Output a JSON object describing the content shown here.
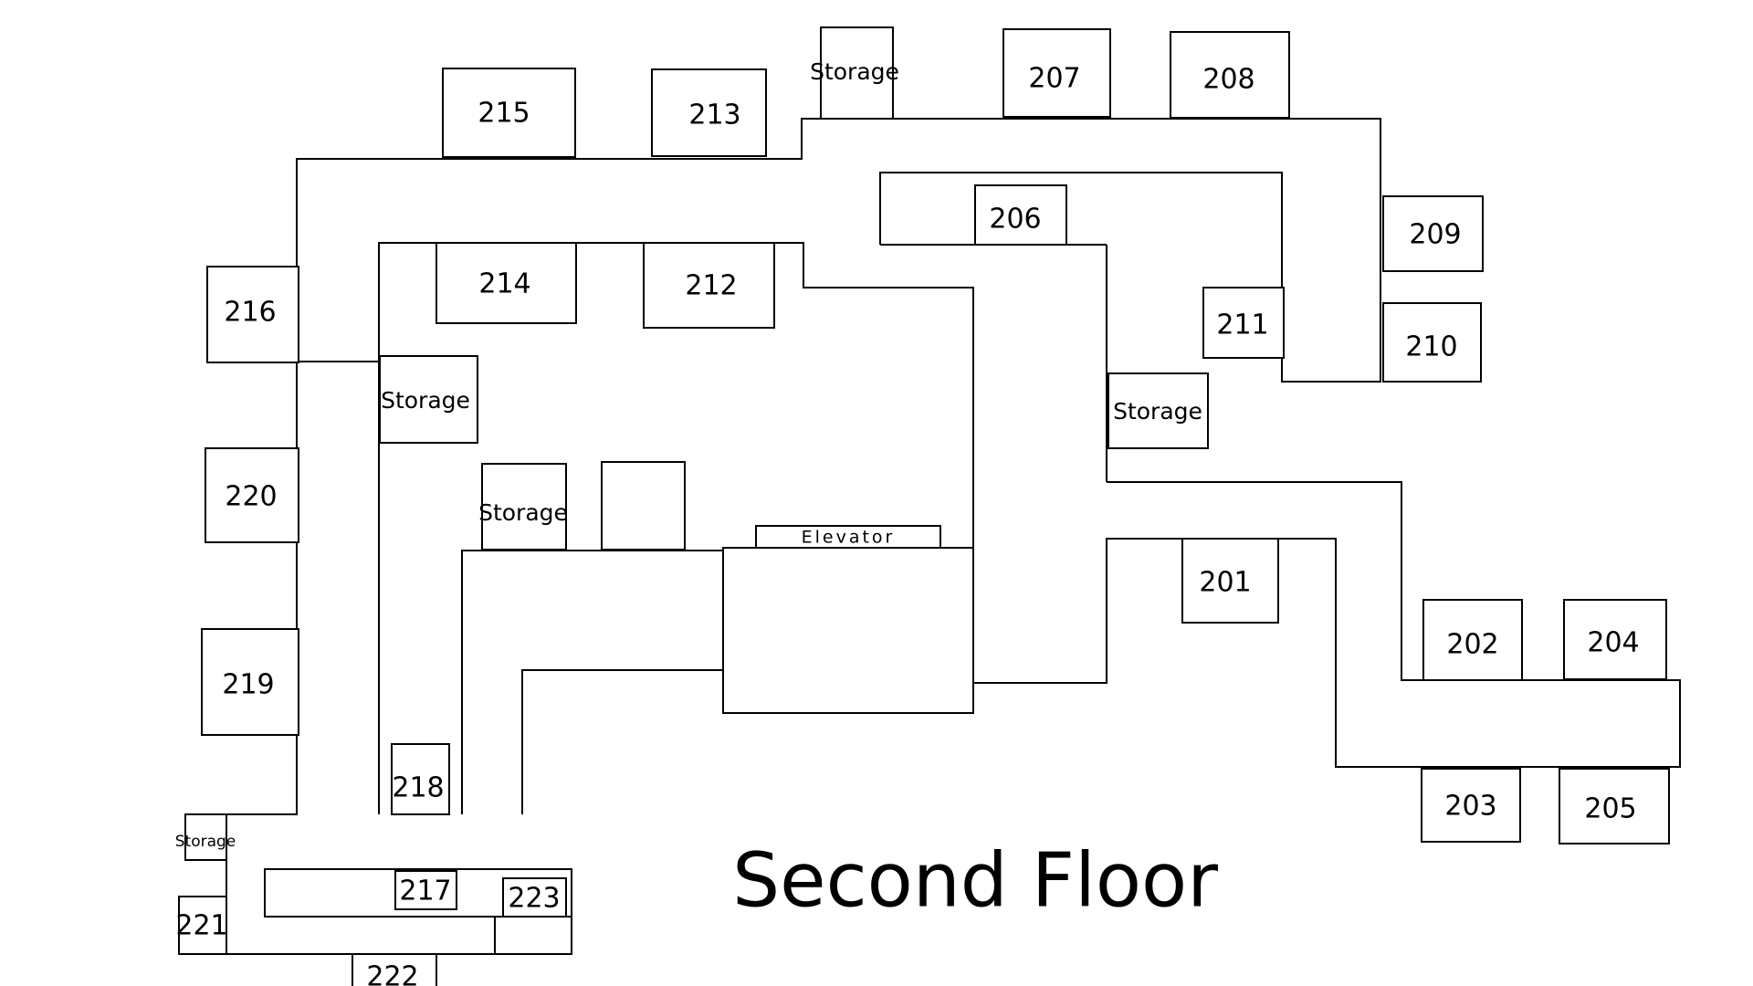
{
  "title": "Second Floor",
  "elevator_label": "Elevator",
  "storage_label": "Storage",
  "rooms": {
    "r201": "201",
    "r202": "202",
    "r203": "203",
    "r204": "204",
    "r205": "205",
    "r206": "206",
    "r207": "207",
    "r208": "208",
    "r209": "209",
    "r210": "210",
    "r211": "211",
    "r212": "212",
    "r213": "213",
    "r214": "214",
    "r215": "215",
    "r216": "216",
    "r217": "217",
    "r218": "218",
    "r219": "219",
    "r220": "220",
    "r221": "221",
    "r222": "222",
    "r223": "223"
  }
}
